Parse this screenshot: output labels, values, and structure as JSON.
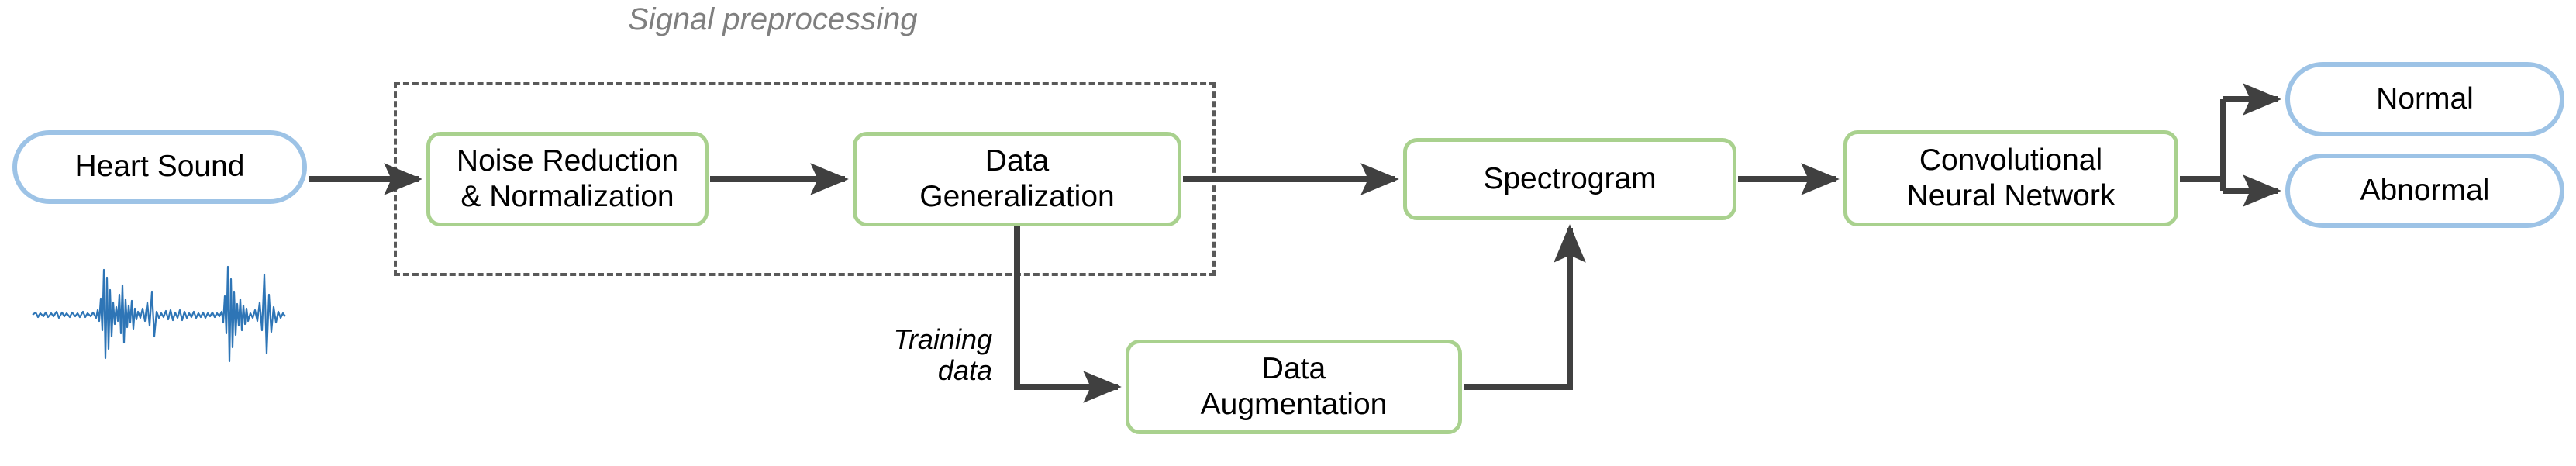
{
  "diagram": {
    "title_group": "Signal preprocessing",
    "edge_labels": {
      "training_data_line1": "Training",
      "training_data_line2": "data"
    },
    "nodes": {
      "heart_sound": "Heart Sound",
      "noise_reduction_line1": "Noise Reduction",
      "noise_reduction_line2": "& Normalization",
      "data_generalization_line1": "Data",
      "data_generalization_line2": "Generalization",
      "data_augmentation_line1": "Data",
      "data_augmentation_line2": "Augmentation",
      "spectrogram": "Spectrogram",
      "cnn_line1": "Convolutional",
      "cnn_line2": "Neural Network",
      "normal": "Normal",
      "abnormal": "Abnormal"
    },
    "icons": {
      "waveform": "heart-sound-waveform-icon"
    },
    "colors": {
      "node_green_border": "#A9D18E",
      "node_blue_border": "#9DC3E6",
      "arrow": "#404040",
      "group_border": "#595959",
      "group_title": "#7F7F7F",
      "waveform": "#2E75B6",
      "background": "#FFFFFF"
    }
  }
}
